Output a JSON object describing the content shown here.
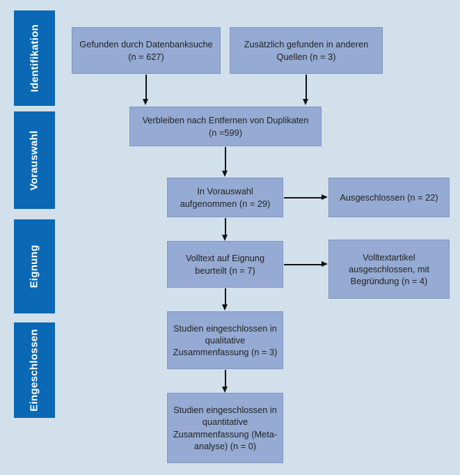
{
  "palette": {
    "background": "#d2e0ec",
    "stage_fill": "#0a68b4",
    "stage_text": "#ffffff",
    "box_fill": "#96abd3",
    "box_border": "#8094c2",
    "box_text": "#222222",
    "arrow": "#121212"
  },
  "stages": [
    {
      "label": "Identifikation"
    },
    {
      "label": "Vorauswahl"
    },
    {
      "label": "Eignung"
    },
    {
      "label": "Eingeschlossen"
    }
  ],
  "boxes": {
    "database_search": {
      "text": "Gefunden durch Datenbanksuche\n(n = 627)"
    },
    "other_sources": {
      "text": "Zusätzlich gefunden in anderen\nQuellen (n = 3)"
    },
    "after_duplicates": {
      "text": "Verbleiben nach Entfernen von Duplikaten\n(n =599)"
    },
    "screened": {
      "text": "In Vorauswahl\naufgenommen (n = 29)"
    },
    "screening_excluded": {
      "text": "Ausgeschlossen (n = 22)"
    },
    "fulltext_assessed": {
      "text": "Volltext auf Eignung\nbeurteilt (n = 7)"
    },
    "fulltext_excluded": {
      "text": "Volltextartikel\nausgeschlossen, mit\nBegründung (n = 4)"
    },
    "qualitative_included": {
      "text": "Studien eingeschlossen in\nqualitative\nZusammenfassung (n = 3)"
    },
    "quantitative_included": {
      "text": "Studien eingeschlossen in\nquantitative\nZusammenfassung (Meta-\nanalyse) (n = 0)"
    }
  }
}
